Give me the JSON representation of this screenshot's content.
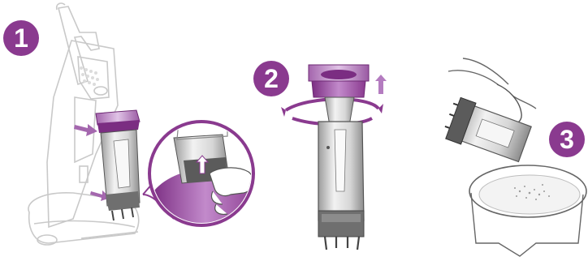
{
  "colors": {
    "accent": "#8a3a8f",
    "accent_light": "#b47cc0",
    "outline": "#6e6e6e",
    "light_outline": "#c9c9c9"
  },
  "steps": [
    {
      "number": "1"
    },
    {
      "number": "2"
    },
    {
      "number": "3"
    }
  ]
}
